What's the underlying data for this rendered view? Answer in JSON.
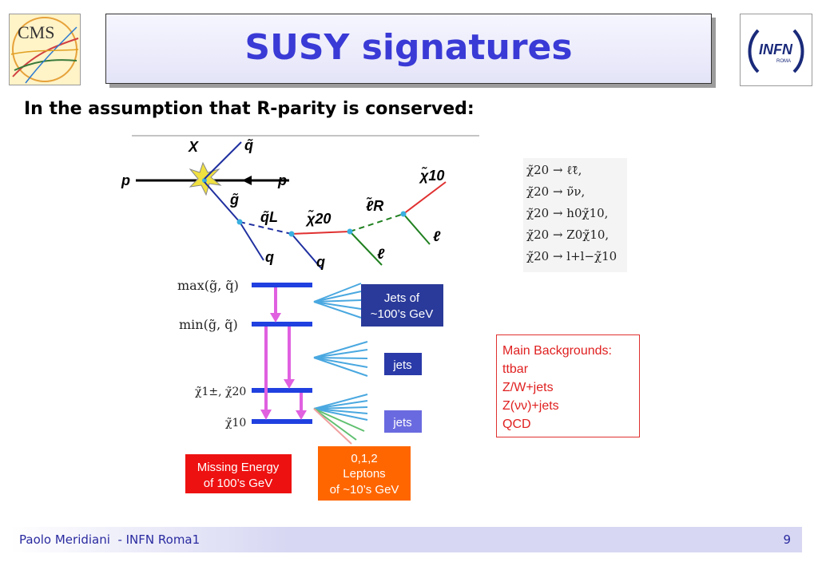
{
  "header": {
    "title": "SUSY signatures",
    "left_logo_text": "CMS",
    "right_logo_text": "INFN",
    "right_logo_subtext": "ROMA"
  },
  "subtitle": "In the assumption that R-parity is conserved:",
  "feynman": {
    "p_left": "p",
    "p_right": "p",
    "x_label": "X",
    "q_tilde": "q̃",
    "g_tilde": "g̃",
    "qL_tilde": "q̃L",
    "chi20": "χ̃20",
    "lR_tilde": "ℓ̃R",
    "chi10": "χ̃10",
    "q1": "q",
    "q2": "q",
    "l1": "ℓ",
    "l2": "ℓ"
  },
  "levels": {
    "max": "max(g̃, q̃)",
    "min": "min(g̃, q̃)",
    "chi_pm_chi2": "χ̃1±, χ̃20",
    "chi1": "χ̃10"
  },
  "boxes": {
    "jets_100": [
      "Jets of",
      "~100’s GeV"
    ],
    "jets_a": "jets",
    "jets_b": "jets",
    "missing_energy": [
      "Missing Energy",
      "of 100’s GeV"
    ],
    "leptons": [
      "0,1,2",
      "Leptons",
      "of ~10’s GeV"
    ]
  },
  "backgrounds": {
    "heading": "Main Backgrounds:",
    "items": [
      "ttbar",
      "Z/W+jets",
      "Z(νν)+jets",
      "QCD"
    ]
  },
  "decays": [
    "χ̃20  →  ℓ̃ℓ,",
    "χ̃20  →  ν̃ν,",
    "χ̃20  →  h0χ̃10,",
    "χ̃20  →  Z0χ̃10,",
    "χ̃20  →  l+l−χ̃10"
  ],
  "footer": {
    "author": "Paolo Meridiani  - INFN Roma1",
    "page": "9"
  },
  "colors": {
    "title": "#3a3ad6",
    "level_bar": "#2040e0",
    "arrow": "#e060e0",
    "jets_box": "#2a3a9a",
    "missing_box": "#ee1111",
    "leptons_box": "#ff6600",
    "backgrounds": "#e02020"
  }
}
